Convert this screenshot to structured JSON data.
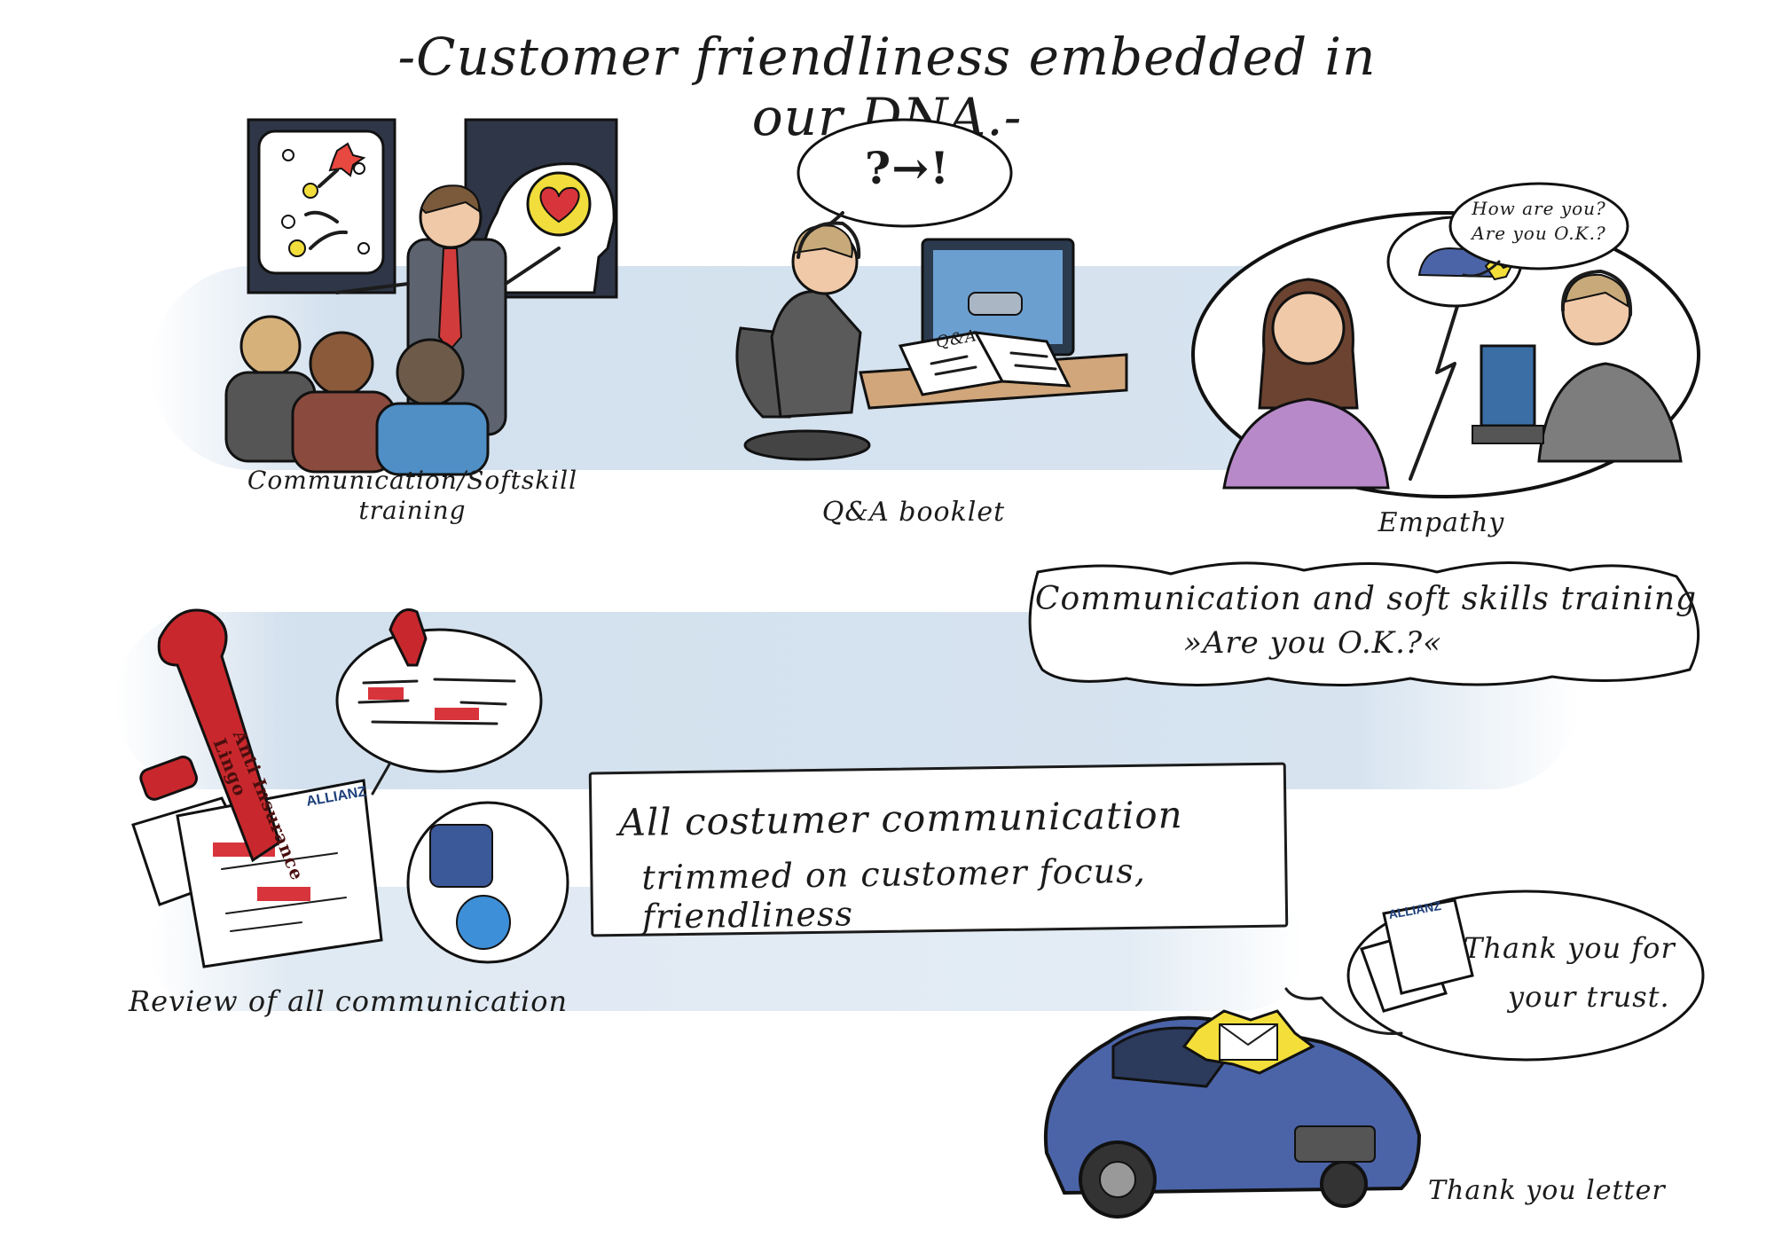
{
  "title": "-Customer friendliness embedded in our DNA.-",
  "scenes": {
    "training": {
      "caption_line1": "Communication/Softskill",
      "caption_line2": "training"
    },
    "qa": {
      "caption": "Q&A booklet",
      "bubble": "?→!",
      "booklet_label": "Q&A"
    },
    "empathy": {
      "caption": "Empathy",
      "speech_line1": "How are you?",
      "speech_line2": "Are you O.K.?"
    },
    "review": {
      "caption": "Review of all communication",
      "stamp_label": "Anti Insurance Lingo",
      "letter_brand": "ALLIANZ"
    },
    "thankyou": {
      "caption": "Thank you letter",
      "bubble_line1": "Thank you for",
      "bubble_line2": "your trust.",
      "letter_brand": "ALLIANZ"
    }
  },
  "callouts": {
    "training_banner_line1": "Communication and soft skills training",
    "training_banner_line2": "»Are you O.K.?«",
    "communication_box_line1": "All costumer communication",
    "communication_box_line2": "trimmed on customer focus, friendliness"
  },
  "icons": [
    "heart-icon",
    "facebook-icon",
    "twitter-bird-icon",
    "envelope-icon",
    "headset-icon",
    "monitor-icon",
    "car-icon"
  ],
  "colors": {
    "wash_blue": "#c4d6e8",
    "stamp_red": "#c8282d",
    "car_blue": "#4b64a8",
    "skin": "#f0c9a8",
    "purple": "#b889c9",
    "heart_red": "#d8343c",
    "bubble_yellow": "#f4df3a"
  }
}
